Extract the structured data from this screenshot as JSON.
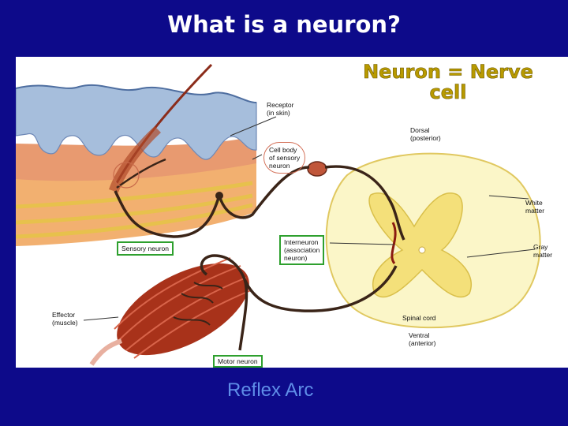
{
  "slide": {
    "title": "What is a neuron?",
    "heading_line1": "Neuron = Nerve",
    "heading_line2": "cell",
    "caption": "Reflex Arc"
  },
  "diagram": {
    "labels": {
      "receptor": "Receptor",
      "receptor_sub": "(in skin)",
      "cell_body_1": "Cell body",
      "cell_body_2": "of sensory",
      "cell_body_3": "neuron",
      "dorsal": "Dorsal",
      "dorsal_sub": "(posterior)",
      "white_matter_1": "White",
      "white_matter_2": "matter",
      "gray_matter_1": "Gray",
      "gray_matter_2": "matter",
      "sensory_neuron": "Sensory neuron",
      "interneuron_1": "Interneuron",
      "interneuron_2": "(association",
      "interneuron_3": "neuron)",
      "effector": "Effector",
      "effector_sub": "(muscle)",
      "spinal_cord": "Spinal cord",
      "ventral": "Ventral",
      "ventral_sub": "(anterior)",
      "motor_neuron": "Motor neuron"
    },
    "colors": {
      "background": "#0d0a8a",
      "heading": "#b89a00",
      "caption": "#5f8ee8",
      "label_box": "#2ea02e",
      "nerve": "#3a2418",
      "muscle": "#a8321a",
      "skin": "#a6bedc",
      "spinal_white": "#fbf6c8",
      "spinal_gray": "#f4e07a"
    }
  }
}
